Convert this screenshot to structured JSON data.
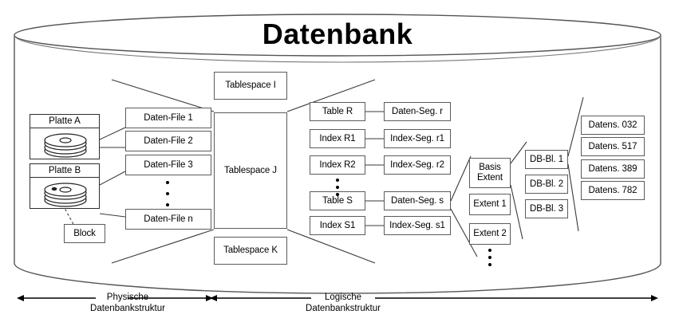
{
  "title": "Datenbank",
  "colors": {
    "stroke": "#5b5b5b",
    "dark": "#2d2d2d",
    "fill": "#ffffff",
    "page": "#ffffff"
  },
  "physical": {
    "disks": [
      {
        "label": "Platte A",
        "name": "disk-platte-a"
      },
      {
        "label": "Platte B",
        "name": "disk-platte-b"
      }
    ],
    "block": {
      "label": "Block"
    },
    "datafiles": [
      {
        "label": "Daten-File 1"
      },
      {
        "label": "Daten-File 2"
      },
      {
        "label": "Daten-File 3"
      },
      {
        "label": "Daten-File n"
      }
    ]
  },
  "tablespaces": [
    {
      "label": "Tablespace I"
    },
    {
      "label": "Tablespace J"
    },
    {
      "label": "Tablespace K"
    }
  ],
  "logical": {
    "objects": [
      {
        "label": "Table R"
      },
      {
        "label": "Index R1"
      },
      {
        "label": "Index R2"
      },
      {
        "label": "Table S"
      },
      {
        "label": "Index S1"
      }
    ],
    "segments": [
      {
        "label": "Daten-Seg. r"
      },
      {
        "label": "Index-Seg. r1"
      },
      {
        "label": "Index-Seg. r2"
      },
      {
        "label": "Daten-Seg. s"
      },
      {
        "label": "Index-Seg. s1"
      }
    ],
    "extents": [
      {
        "line1": "Basis",
        "line2": "Extent"
      },
      {
        "line1": "Extent 1",
        "line2": ""
      },
      {
        "line1": "Extent 2",
        "line2": ""
      }
    ],
    "blocks": [
      {
        "label": "DB-Bl. 1"
      },
      {
        "label": "DB-Bl. 2"
      },
      {
        "label": "DB-Bl. 3"
      }
    ],
    "records": [
      {
        "label": "Datens. 032"
      },
      {
        "label": "Datens. 517"
      },
      {
        "label": "Datens. 389"
      },
      {
        "label": "Datens. 782"
      }
    ]
  },
  "axes": [
    {
      "line1": "Physische",
      "line2": "Datenbankstruktur"
    },
    {
      "line1": "Logische",
      "line2": "Datenbankstruktur"
    }
  ]
}
